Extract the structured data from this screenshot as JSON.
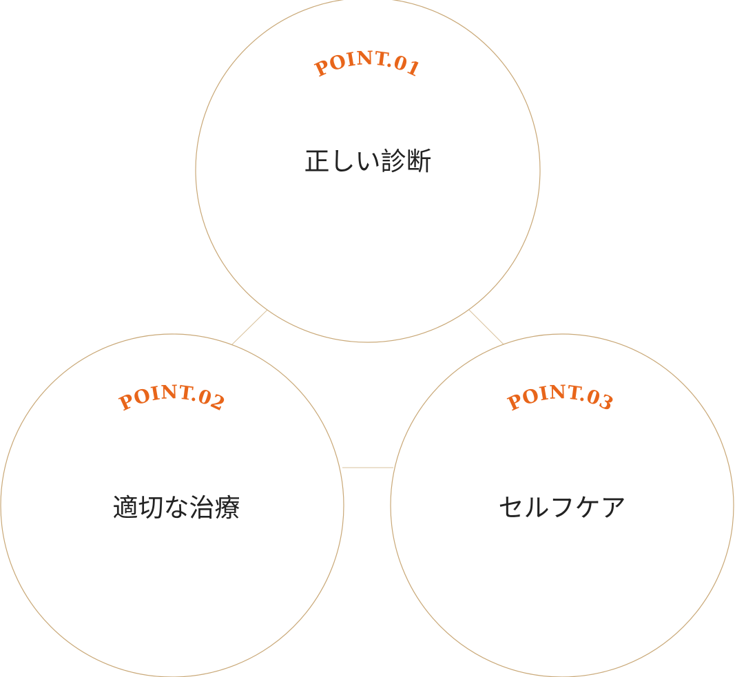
{
  "colors": {
    "point_label": "#e8651a",
    "circle_stroke": "#c9a877",
    "connector": "#d9c29c",
    "title_text": "#222222"
  },
  "points": [
    {
      "label": "POINT.01",
      "title": "正しい診断"
    },
    {
      "label": "POINT.02",
      "title": "適切な治療"
    },
    {
      "label": "POINT.03",
      "title": "セルフケア"
    }
  ]
}
